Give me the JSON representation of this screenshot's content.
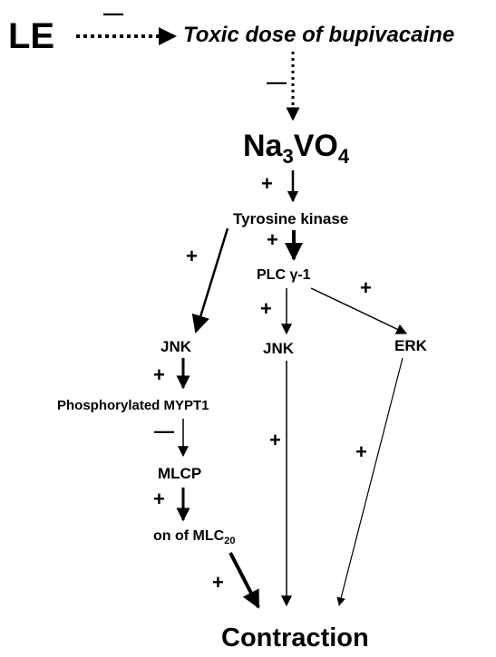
{
  "nodes": {
    "le": "LE",
    "toxic_dose": "Toxic dose of bupivacaine",
    "na_base": "Na",
    "na_sub": "3",
    "na_mid": "VO",
    "na_sub2": "4",
    "tyrosine_kinase": "Tyrosine kinase",
    "plc": "PLC γ-1",
    "jnk_left": "JNK",
    "jnk_middle": "JNK",
    "erk": "ERK",
    "mypt1": "Phosphorylated MYPT1",
    "mlcp": "MLCP",
    "mlc_prefix": "on of MLC",
    "mlc_sub": "20",
    "contraction": "Contraction"
  },
  "signs": {
    "le_to_toxic": "—",
    "toxic_to_na": "—",
    "na_to_tk": "+",
    "tk_to_jnk_left": "+",
    "tk_to_plc": "+",
    "plc_to_erk": "+",
    "plc_to_jnk": "+",
    "jnk_to_mypt1": "+",
    "jnk_to_contraction": "+",
    "erk_to_contraction": "+",
    "mypt1_to_mlcp": "—",
    "mlcp_to_mlc": "+",
    "mlc_to_contraction": "+"
  }
}
